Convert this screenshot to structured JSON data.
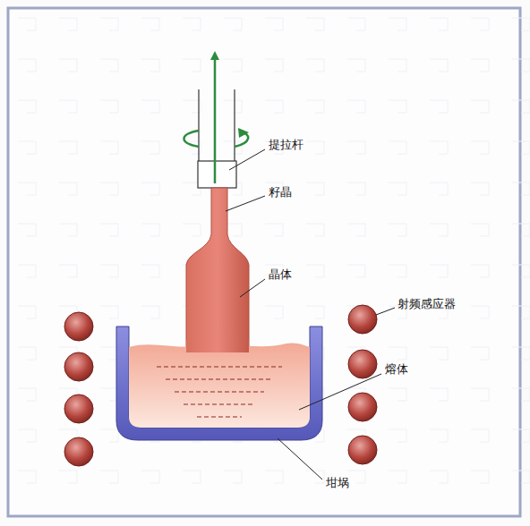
{
  "diagram": {
    "labels": [
      "提拉杆",
      "籽晶",
      "晶体",
      "射频感应器",
      "熔体",
      "坩埚"
    ]
  }
}
